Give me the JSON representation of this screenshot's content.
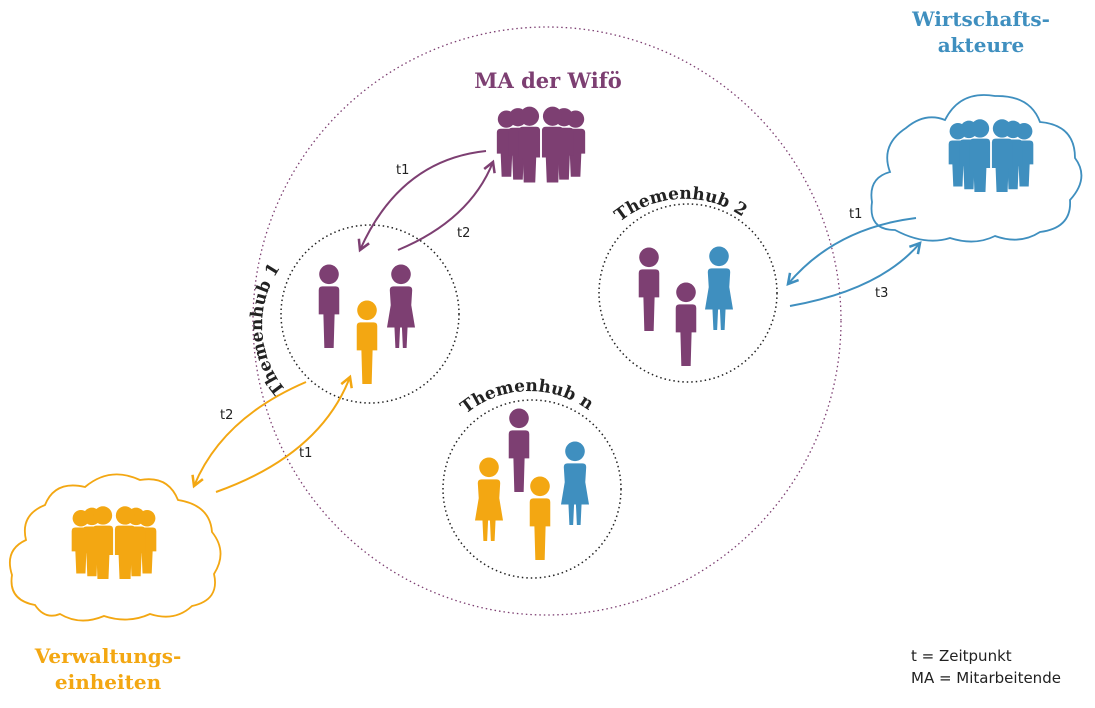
{
  "colors": {
    "purple": "#7d3f72",
    "orange": "#f3a712",
    "blue": "#3f8fbf",
    "black": "#222222"
  },
  "groups": {
    "ma_wifo": "MA der Wifö",
    "wirtschaft_line1": "Wirtschafts-",
    "wirtschaft_line2": "akteure",
    "verwaltung_line1": "Verwaltungs-",
    "verwaltung_line2": "einheiten"
  },
  "hubs": {
    "hub1": "Themenhub 1",
    "hub2": "Themenhub 2",
    "hubn": "Themenhub n"
  },
  "arrows": {
    "wifo_t1": "t1",
    "wifo_t2": "t2",
    "wirt_t1": "t1",
    "wirt_t3": "t3",
    "verw_t2": "t2",
    "verw_t1": "t1"
  },
  "legend": {
    "line1": "t = Zeitpunkt",
    "line2": "MA = Mitarbeitende"
  }
}
